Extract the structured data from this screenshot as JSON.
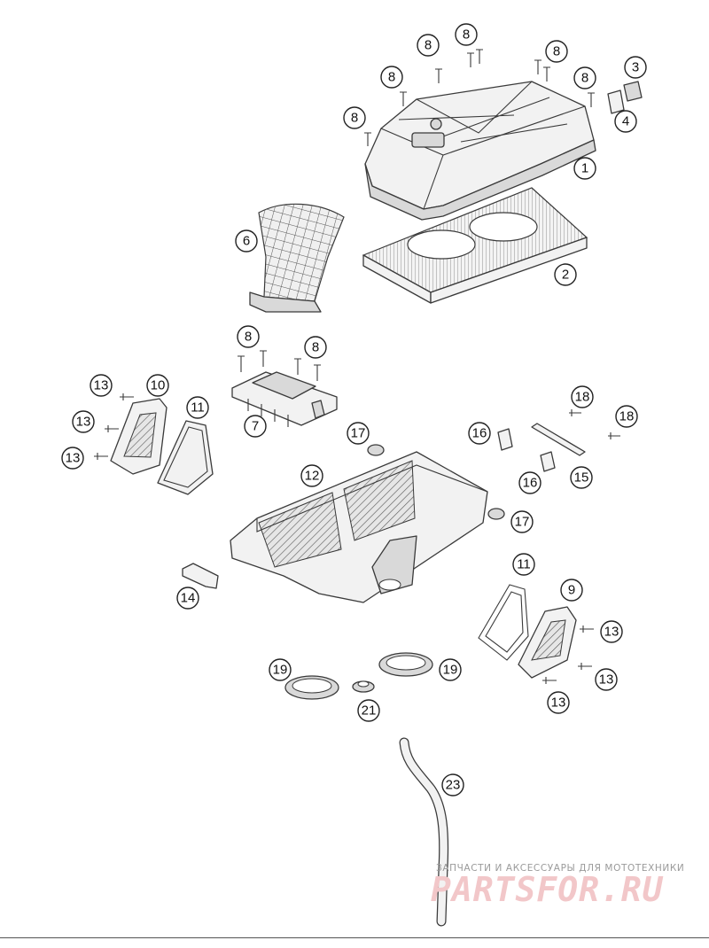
{
  "callouts": [
    "8",
    "8",
    "8",
    "8",
    "8",
    "8",
    "3",
    "4",
    "1",
    "6",
    "2",
    "8",
    "8",
    "13",
    "10",
    "11",
    "13",
    "13",
    "7",
    "17",
    "16",
    "18",
    "18",
    "16",
    "15",
    "12",
    "17",
    "14",
    "11",
    "9",
    "13",
    "13",
    "13",
    "19",
    "19",
    "21",
    "23"
  ],
  "watermark": {
    "caption": "ЗАПЧАСТИ И АКСЕССУАРЫ ДЛЯ МОТОТЕХНИКИ",
    "logo": "PARTSFOR.RU"
  }
}
